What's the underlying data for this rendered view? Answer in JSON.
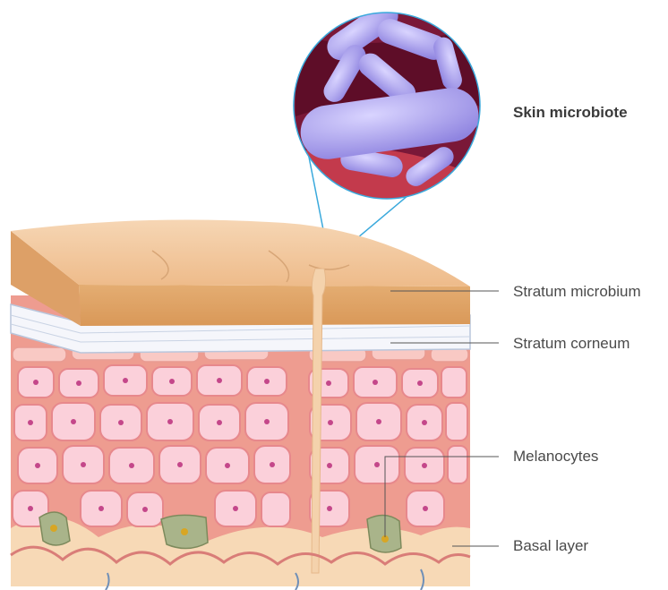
{
  "diagram": {
    "labels": {
      "microbiote": "Skin microbiote",
      "stratum_microbium": "Stratum microbium",
      "stratum_corneum": "Stratum corneum",
      "melanocytes": "Melanocytes",
      "basal_layer": "Basal layer"
    }
  },
  "colors": {
    "surface": "#f3c79a",
    "surface_side": "#e1a76c",
    "corneum": "#f7f7fb",
    "cell_fill": "#fbd0da",
    "cell_border": "#e7888c",
    "tissue": "#ee9c90",
    "melanocyte": "#a9b48a",
    "bacteria": "#aea6ee",
    "zoom_line": "#3aa9dc",
    "leader_line": "#555555"
  }
}
